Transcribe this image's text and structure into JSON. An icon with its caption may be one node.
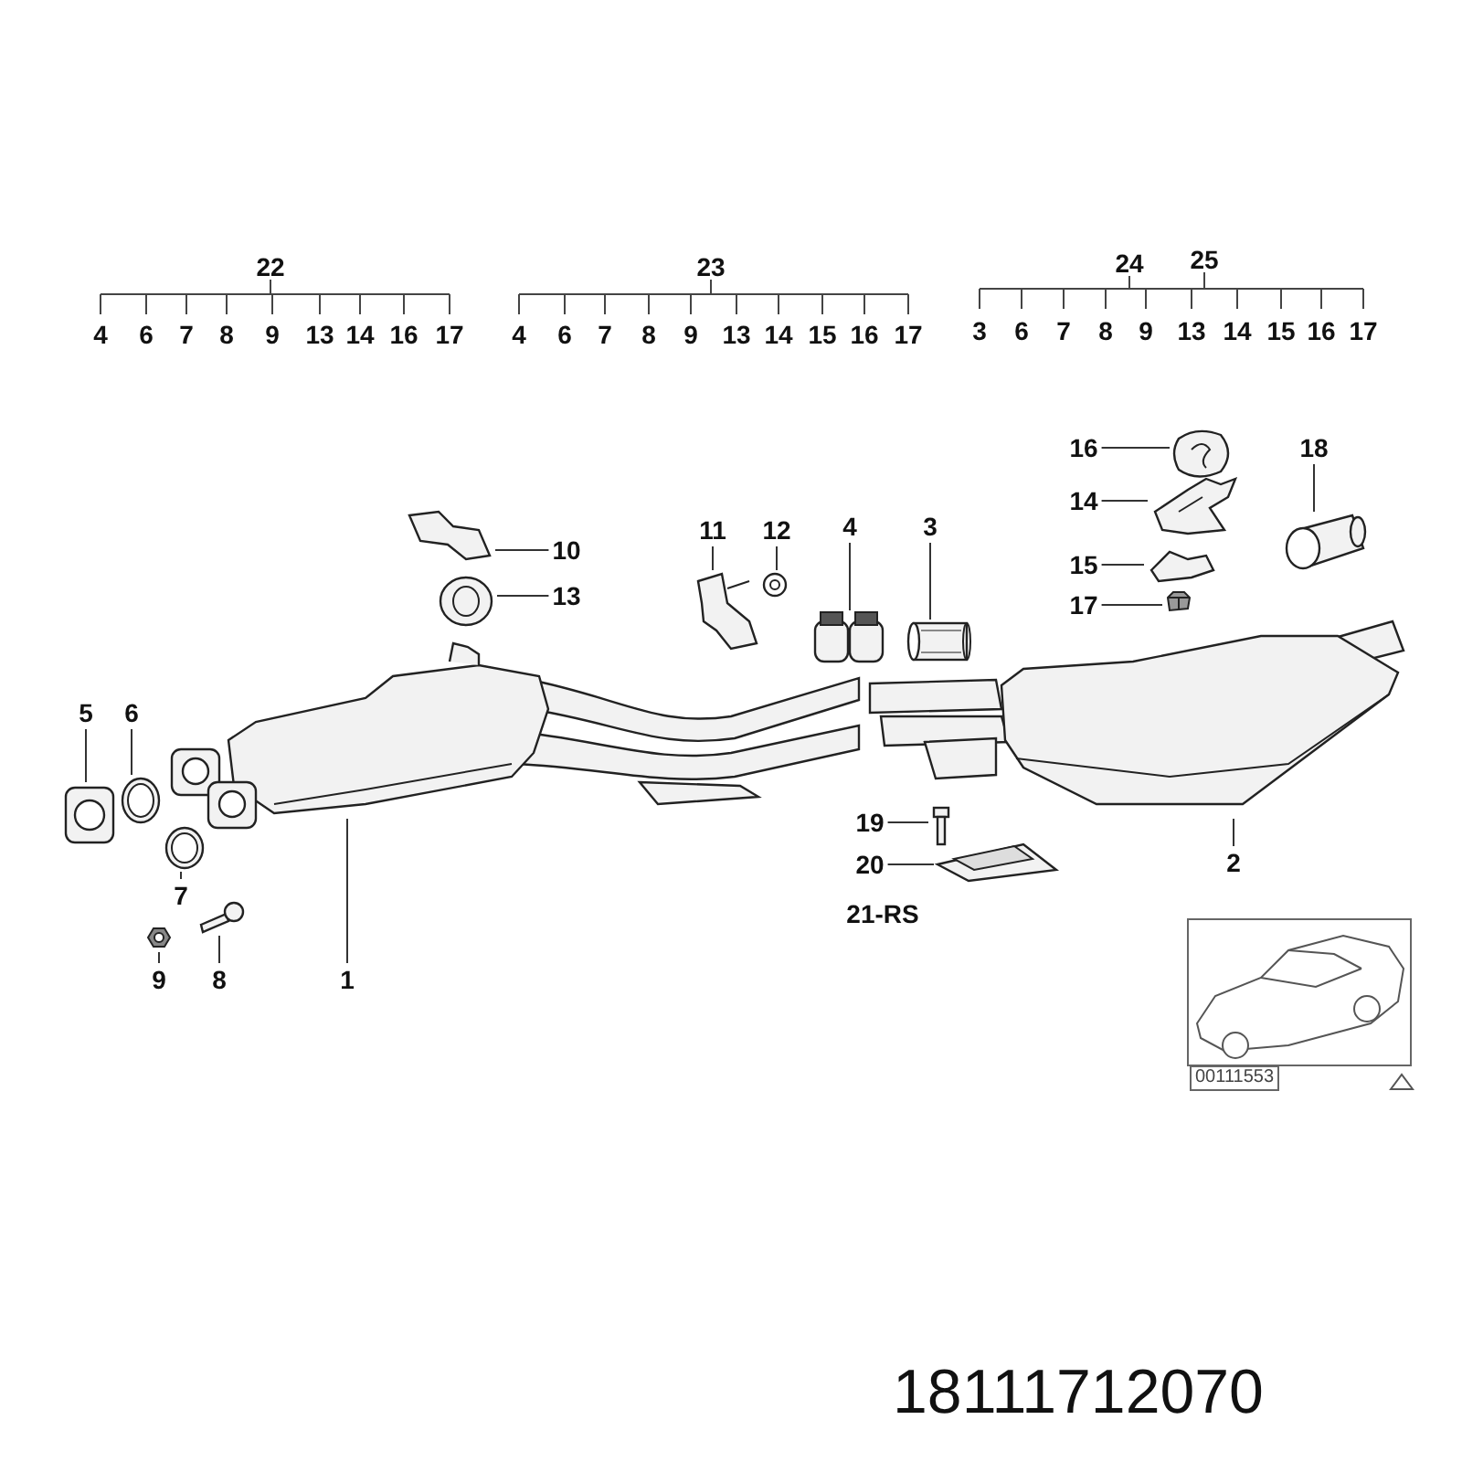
{
  "diagram": {
    "nodes": [
      {
        "text": [
          "16"
        ]
      },
      {
        "text": [],
        "shape": "picture"
      },
      {
        "text": [
          "18"
        ]
      },
      {
        "text": [],
        "shape": "picture"
      },
      {
        "text": [
          "14"
        ]
      },
      {
        "text": [],
        "shape": "picture"
      },
      {
        "text": [
          "11"
        ]
      },
      {
        "text": [],
        "shape": "picture"
      },
      {
        "text": [
          "12"
        ]
      },
      {
        "text": [],
        "shape": "picture"
      },
      {
        "text": [
          "4"
        ]
      },
      {
        "text": [],
        "shape": "picture"
      },
      {
        "text": [
          "3"
        ]
      },
      {
        "text": [],
        "shape": "picture"
      },
      {
        "text": [
          "10"
        ]
      },
      {
        "text": [],
        "shape": "picture"
      },
      {
        "text": [
          "15"
        ]
      },
      {
        "text": [],
        "shape": "picture"
      },
      {
        "text": [
          "13"
        ]
      },
      {
        "text": [],
        "shape": "picture"
      },
      {
        "text": [
          "17"
        ]
      },
      {
        "text": [],
        "shape": "picture"
      },
      {
        "text": [],
        "shape": "picture"
      },
      {
        "text": [],
        "shape": "picture"
      },
      {
        "text": [
          "5"
        ]
      },
      {
        "text": [],
        "shape": "picture"
      },
      {
        "text": [
          "6"
        ]
      },
      {
        "text": [],
        "shape": "picture"
      },
      {
        "text": [
          "19"
        ]
      },
      {
        "text": [],
        "shape": "picture"
      },
      {
        "text": [
          "2"
        ]
      },
      {
        "text": [
          "20"
        ]
      },
      {
        "text": [],
        "shape": "picture"
      },
      {
        "text": [
          "7"
        ]
      },
      {
        "text": [],
        "shape": "picture"
      },
      {
        "text": [
          "9"
        ]
      },
      {
        "text": [],
        "shape": "picture"
      },
      {
        "text": [
          "8"
        ]
      },
      {
        "text": [],
        "shape": "picture"
      },
      {
        "text": [
          "1"
        ]
      }
    ],
    "edges": [
      {
        "from": 0,
        "to": 1,
        "arrow": "none"
      },
      {
        "from": 2,
        "to": 3,
        "arrow": "none"
      },
      {
        "from": 4,
        "to": 5,
        "arrow": "none"
      },
      {
        "from": 6,
        "to": 7,
        "arrow": "none"
      },
      {
        "from": 8,
        "to": 9,
        "arrow": "none"
      },
      {
        "from": 10,
        "to": 11,
        "arrow": "none"
      },
      {
        "from": 12,
        "to": 13,
        "arrow": "none"
      },
      {
        "from": 14,
        "to": 15,
        "arrow": "none"
      },
      {
        "from": 16,
        "to": 17,
        "arrow": "none"
      },
      {
        "from": 18,
        "to": 19,
        "arrow": "none"
      },
      {
        "from": 20,
        "to": 21,
        "arrow": "none"
      },
      {
        "from": 24,
        "to": 25,
        "arrow": "none"
      },
      {
        "from": 26,
        "to": 27,
        "arrow": "none"
      },
      {
        "from": 28,
        "to": 29,
        "arrow": "none"
      },
      {
        "from": 30,
        "to": 23,
        "arrow": "none"
      },
      {
        "from": 31,
        "to": 32,
        "arrow": "none"
      },
      {
        "from": 33,
        "to": 34,
        "arrow": "none"
      },
      {
        "from": 35,
        "to": 36,
        "arrow": "none"
      },
      {
        "from": 37,
        "to": 38,
        "arrow": "none"
      },
      {
        "from": 39,
        "to": 22,
        "arrow": "none"
      }
    ],
    "labels": [
      "22",
      "4",
      "6",
      "7",
      "8",
      "9",
      "13",
      "14",
      "16",
      "17",
      "23",
      "4",
      "6",
      "7",
      "8",
      "9",
      "13",
      "14",
      "15",
      "16",
      "17",
      "24",
      "25",
      "3",
      "6",
      "7",
      "8",
      "9",
      "13",
      "14",
      "15",
      "16",
      "17",
      "21-RS",
      "00111553",
      "18111712070"
    ]
  }
}
